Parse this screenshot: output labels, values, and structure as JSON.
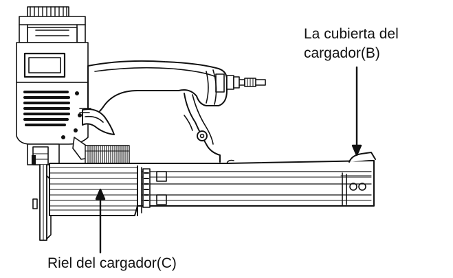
{
  "labels": {
    "magazine_cover_line1": "La cubierta del",
    "magazine_cover_line2": "cargador(B)",
    "magazine_rail": "Riel del cargador(C)"
  },
  "colors": {
    "ink": "#111111",
    "paper": "#ffffff"
  }
}
